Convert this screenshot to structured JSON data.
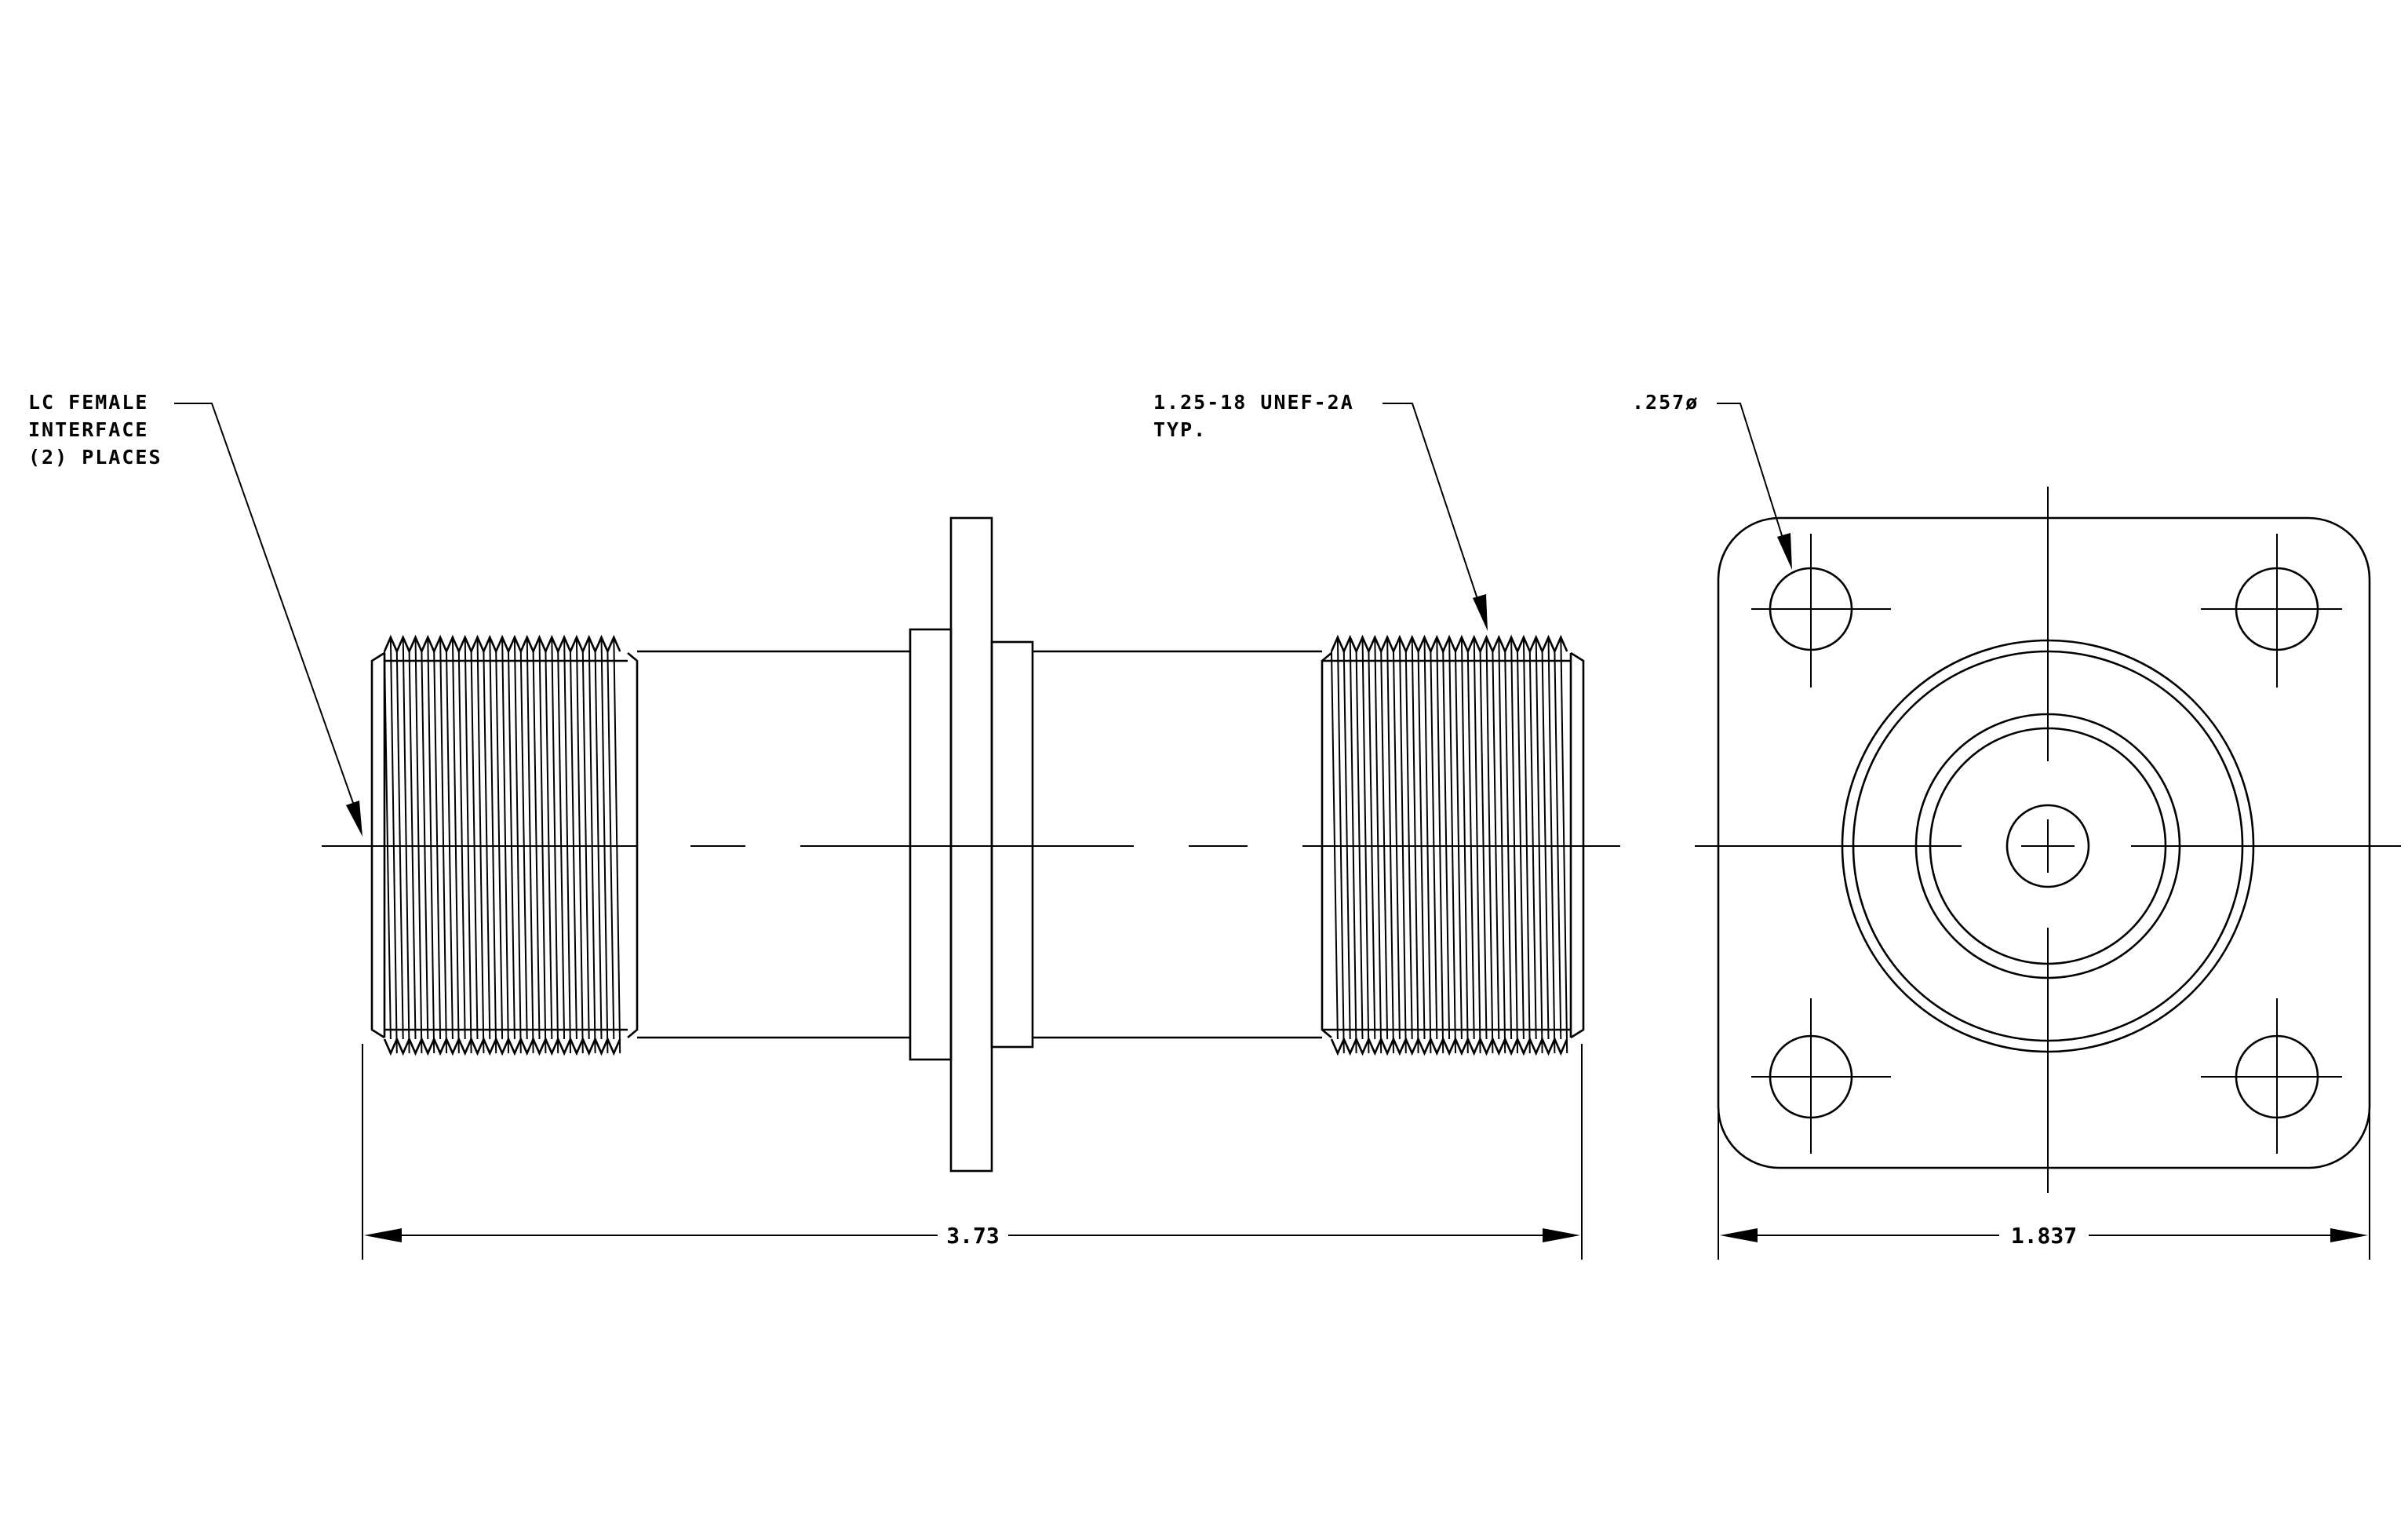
{
  "notes": {
    "interface_line1": "LC FEMALE",
    "interface_line2": "INTERFACE",
    "interface_line3": "(2)  PLACES",
    "thread_line1": "1.25-18 UNEF-2A",
    "thread_line2": "TYP.",
    "hole_dia": ".257ø"
  },
  "dimensions": {
    "overall_length": "3.73",
    "flange_width": "1.837"
  },
  "colors": {
    "line": "#000000",
    "background": "#ffffff"
  }
}
